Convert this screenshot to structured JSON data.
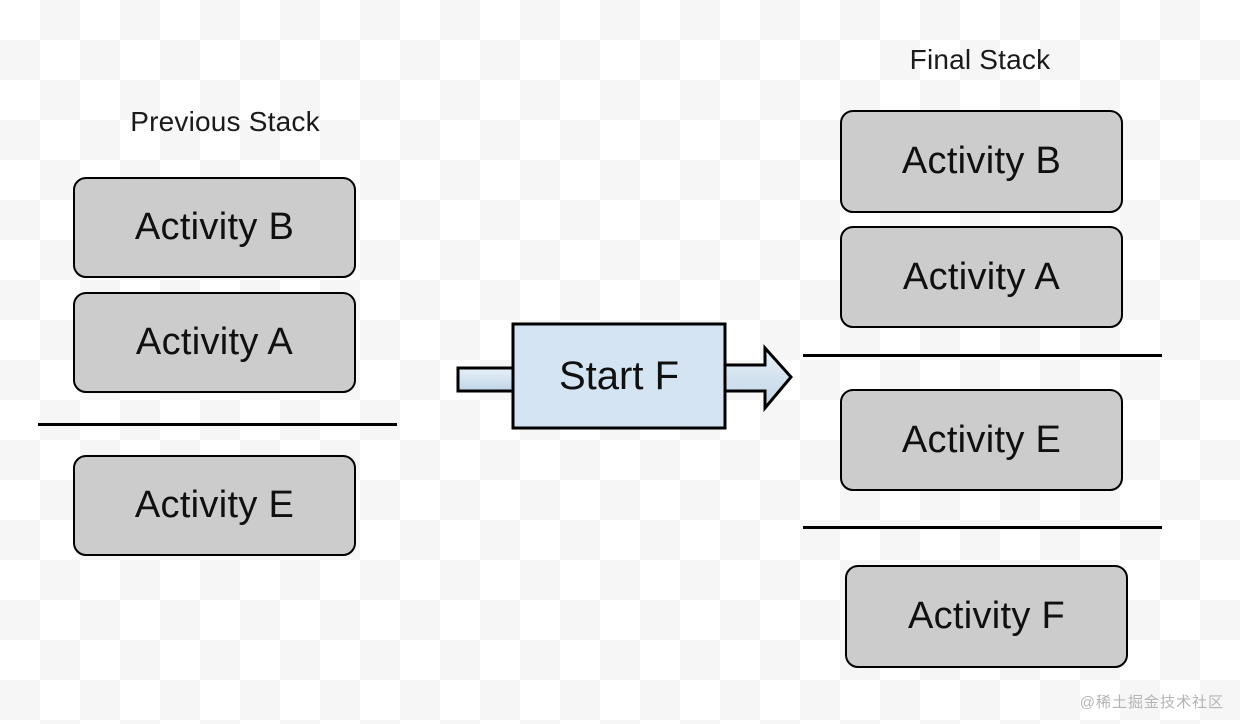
{
  "colors": {
    "box_fill": "#cccccc",
    "box_border": "#000000",
    "transition_fill": "#d4e4f2",
    "transition_border": "#000000",
    "text": "#101010",
    "divider": "#000000",
    "watermark": "#b4b4b4",
    "background": "#ffffff",
    "background_checker": "#f6f6f6"
  },
  "left_stack": {
    "title": "Previous Stack",
    "boxes": [
      {
        "label": "Activity B"
      },
      {
        "label": "Activity A"
      },
      {
        "label": "Activity E"
      }
    ],
    "divider_count": 1
  },
  "transition": {
    "label": "Start F",
    "tail_icon": "line-stub",
    "arrow_icon": "block-arrow-right-icon"
  },
  "right_stack": {
    "title": "Final Stack",
    "boxes": [
      {
        "label": "Activity B"
      },
      {
        "label": "Activity A"
      },
      {
        "label": "Activity E"
      },
      {
        "label": "Activity F"
      }
    ],
    "divider_count": 2
  },
  "watermark": {
    "text": "@稀土掘金技术社区"
  }
}
